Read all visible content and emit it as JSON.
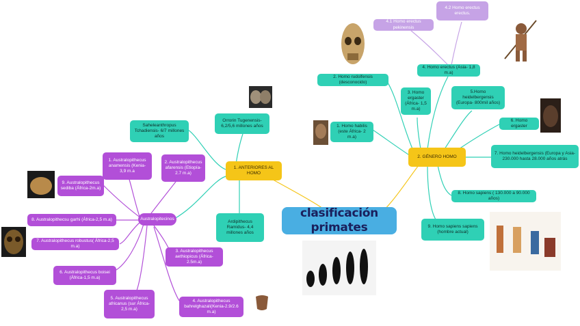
{
  "root": {
    "label": "clasificación primates"
  },
  "branch_anteriores": {
    "label": "1. ANTERIORES AL HOMO"
  },
  "branch_homo": {
    "label": "2. GÉNERO HOMO"
  },
  "australopitecinos": {
    "label": "Australopitecinos"
  },
  "nodes": {
    "sahelanthropus": "Saheleanthropus Tchadiensis- 6/7 millones años",
    "orrorin": "Orrorin Tugenensis- 6,2/5,6 millones años",
    "ardipithecus": "Ardipithecus Ramidus- 4,4 millones años",
    "aus_anamensis": "1. Australopithecus anamensis (Kenia- 3,9 m.a",
    "aus_afarensis": "2. Australopithecus afarensis (Etiopía-2.7 m.a)",
    "aus_aethiopicus": "3. Australopithecus aethiopicus (África- 2.5m.a)",
    "aus_bahrelghazali": "4. Australopithecus bahrelghazali(Kenia-2.9/2.6 m.a)",
    "aus_africanus": "5. Australopithecus africanus (sur África-2,5 m.a)",
    "aus_boisei": "6. Australopithecus boisei (África-1,5 m.a)",
    "aus_robustus": "7. Australopithecus robustus( África-2,5 m.a)",
    "aus_garhi": "8. Australopithecsu garhi (África-2,5 m.a)",
    "aus_sediba": "9. Australopithecus sediba (África-2m.a)",
    "homo_habilis": "1. Homo habilis (este África- 2 m.a)",
    "homo_rudolfensis": "2. Homo rudolfensis (desconocido)",
    "homo_ergaster_3": "3. Homo ergaster (África- 1,5 m.a)",
    "homo_erectus": "4. Homo erectus (Asia- 1,8 m.a)",
    "erectus_pekinensis": "4.1 Homo erectus pekinensis",
    "erectus_erectus": "4.2 Homo erectus erectus.",
    "homo_heidelbergensis": "5.Homo heidelbergensis (Europa- 800mil años)",
    "homo_ergaster_6": "6. Homo ergaster",
    "heidelbergensis_7": "7. Homo heidelbergensis (Europa y Asia- 230.000 hasta 28.000 años atrás",
    "homo_sapiens": "8. Homo sapiens ( 130.000 a 90.000 años)",
    "homo_sapiens_sapiens": "9. Homo sapiens sapiens (hombre actual)"
  },
  "colors": {
    "teal": "#2fd0b5",
    "purple": "#b24fd8",
    "lavender": "#c6a3e6",
    "yellow": "#f5c518",
    "root": "#49aee2"
  },
  "images": [
    "skull-image",
    "fossil-skull-image",
    "homo-habilis-image",
    "caveman-spear-image",
    "homo-ergaster-face-image",
    "modern-humans-image",
    "evolution-silhouette-image",
    "hominid-skull-image",
    "skull-front-image",
    "pelvis-fossil-image"
  ]
}
